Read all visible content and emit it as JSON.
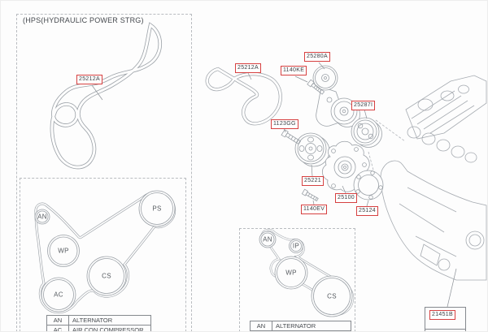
{
  "hps_box": {
    "title": "(HPS(HYDRAULIC POWER STRG)"
  },
  "part_labels": {
    "hps_belt": "25212A",
    "drive_belt": "25212A",
    "tensioner_bolt": "1140KE",
    "tensioner": "25280A",
    "idler_pulley": "25287I",
    "pulley_bolt": "1123GG",
    "pump_pulley": "25221",
    "water_pump": "25100",
    "pump_bolt": "1140EV",
    "gasket": "25124",
    "cylinder_block": "21451B"
  },
  "hps_routing": {
    "pulleys": {
      "an": "AN",
      "wp": "WP",
      "ac": "AC",
      "cs": "CS",
      "ps": "PS"
    },
    "legend": [
      {
        "code": "AN",
        "name": "ALTERNATOR"
      },
      {
        "code": "AC",
        "name": "AIR CON COMPRESSOR"
      }
    ]
  },
  "std_routing": {
    "pulleys": {
      "an": "AN",
      "ip": "IP",
      "wp": "WP",
      "cs": "CS"
    },
    "legend": [
      {
        "code": "AN",
        "name": "ALTERNATOR"
      }
    ]
  },
  "colors": {
    "label_border": "#d64040",
    "line_art": "#9ba1a7",
    "dashed_box": "#b9bcc0"
  }
}
